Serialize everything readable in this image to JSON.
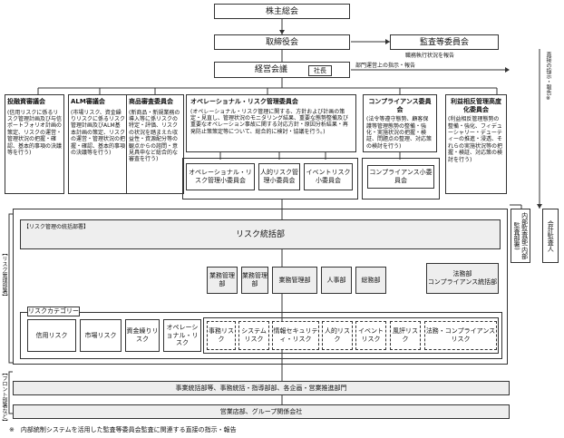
{
  "governance": {
    "shareholders": "株主総会",
    "board": "取締役会",
    "audit_committee": "監査等委員会",
    "management_meeting": "経営会議",
    "president": "社長"
  },
  "connectors": {
    "board_to_audit": "職務執行状況を報告",
    "dept_instruction": "部門運営上の指示・報告",
    "direct_instruction": "直接の指示・報告※"
  },
  "committees": [
    {
      "title": "投融資審議会",
      "desc": "(信用リスクに係るリスク管理計画及び与信ポートフォリオ計画の策定、リスクの運営・管理状況の把握・確認、基本的事項の決議等を行う)"
    },
    {
      "title": "ALM審議会",
      "desc": "(市場リスク、資金繰りリスクに係るリスク管理計画及びALM基本計画の策定、リスクの運営・管理状況の把握・確認、基本的事項の決議等を行う)"
    },
    {
      "title": "商品審査委員会",
      "desc": "(新商品・新規業務の導入等に係リスクの特定・評価、リスクの状況を踏まえた収益性・資源配分等の観点からの諮問・意見具申など総合的な審査を行う)"
    },
    {
      "title": "オペレーショナル・リスク管理委員会",
      "desc": "(オペレーショナル・リスク管理に関する、方針および計画の策定・見直し、管理状況のモニタリング結果、重要な態勢整備及び重要なオペレーション事故に関する対応方針・原因分析結果・再発防止策策定等について、総合的に検討・協議を行う。)"
    },
    {
      "title": "コンプライアンス委員会",
      "desc": "(法令等遵守態勢、顧客保護等管理態勢の整備・強化・実施状況の把握・検証、問題点の整理、対応策の検討を行う)"
    },
    {
      "title": "利益相反管理高度化委員会",
      "desc": "(利益相反管理態勢の整備・強化、フィデューシャリー・デューティーの推進・浸透、それらの実施状況等の把握・検証、対応策の検討を行う)"
    }
  ],
  "subcommittees": {
    "opr": "オペレーショナル・リスク管理小委員会",
    "human": "人的リスク管理小委員会",
    "event": "イベントリスク小委員会",
    "compliance": "コンプライアンス小委員会"
  },
  "side": {
    "internal_audit": "内部監査部(内部監査部署)",
    "accounting_auditor": "会計監査人"
  },
  "risk_section": {
    "bracket_label": "【リスク管理部署】",
    "tag": "【リスク管理の統括部署】",
    "risk_control": "リスク統括部",
    "departments": [
      "業務管理部",
      "業務管理部",
      "業務管理部",
      "人事部",
      "総務部"
    ],
    "legal_compliance": "法務部\nコンプライアンス統括部",
    "category_label": "リスクカテゴリー",
    "categories": [
      "信用リスク",
      "市場リスク",
      "資金繰りリスク"
    ],
    "operational": "オペレーショナル・リスク",
    "op_subs": [
      "事務リスク",
      "システムリスク",
      "情報セキュリティ・リスク",
      "人的リスク",
      "イベントリスク",
      "風評リスク",
      "法務・コンプライアンスリスク"
    ]
  },
  "front": {
    "bracket_label": "【フロント部署など】",
    "business": "事業統括部等、事務統括・指導部部、各企画・営業推進部門",
    "branches": "営業店部、グループ関係会社"
  },
  "footnote": "※　内部統制システムを活用した監査等委員会監査に関連する直接の指示・報告"
}
